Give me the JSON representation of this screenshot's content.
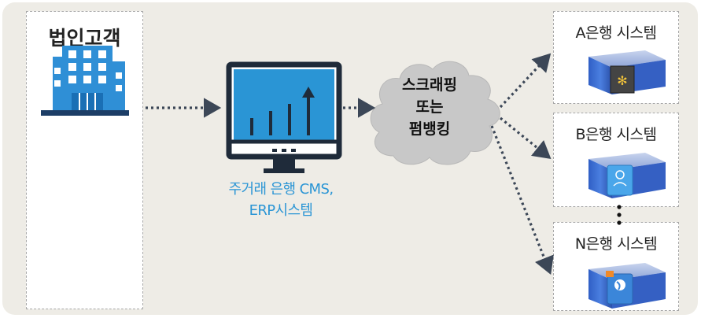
{
  "corporate": {
    "title": "법인고객"
  },
  "cms": {
    "label_line1": "주거래 은행 CMS,",
    "label_line2": "ERP시스템"
  },
  "cloud": {
    "line1": "스크래핑",
    "line2": "또는",
    "line3": "펌뱅킹"
  },
  "banks": [
    {
      "title": "A은행 시스템",
      "icon": "bank-server-icon"
    },
    {
      "title": "B은행 시스템",
      "icon": "bank-server-icon"
    },
    {
      "title": "N은행 시스템",
      "icon": "bank-server-icon"
    }
  ],
  "colors": {
    "accent": "#2a95d5",
    "building": "#2f8fd6",
    "arrow": "#3c4757",
    "server": "#3a6bcf"
  }
}
